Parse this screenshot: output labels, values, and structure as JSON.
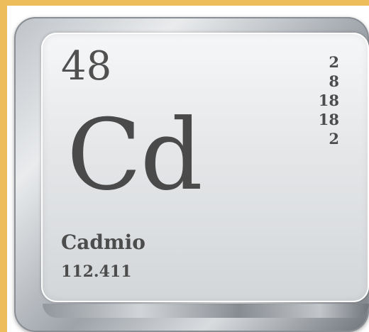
{
  "element": {
    "atomic_number": "48",
    "symbol": "Cd",
    "name": "Cadmio",
    "atomic_mass": "112.411",
    "electron_shells": [
      "2",
      "8",
      "18",
      "18",
      "2"
    ]
  },
  "colors": {
    "frame_accent": "#ecbd5a",
    "text": "#4c4c4c"
  }
}
